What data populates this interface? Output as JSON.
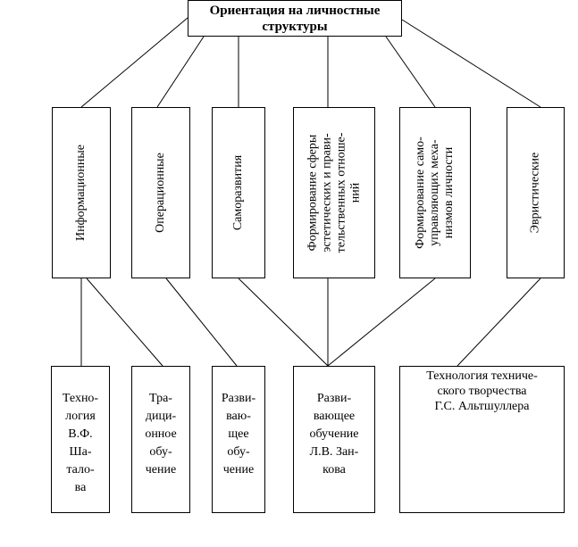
{
  "title": "Ориентация на личностные\nструктуры",
  "categories": [
    "Информационные",
    "Операционные",
    "Саморазвития",
    "Формирование сферы\nэстетических и прави-\nтельственных отноше-\nний",
    "Формирование само-\nуправляющих меха-\nнизмов личности",
    "Эвристические"
  ],
  "technologies": [
    "Техно-\nлогия\nВ.Ф.\nШа-\nтало-\nва",
    "Тра-\nдици-\nонное\nобу-\nчение",
    "Разви-\nваю-\nщее\nобу-\nчение",
    "Разви-\nвающее\nобучение\nЛ.В. Зан-\nкова",
    "Технология техниче-\nского творчества\nГ.С. Альтшуллера"
  ]
}
